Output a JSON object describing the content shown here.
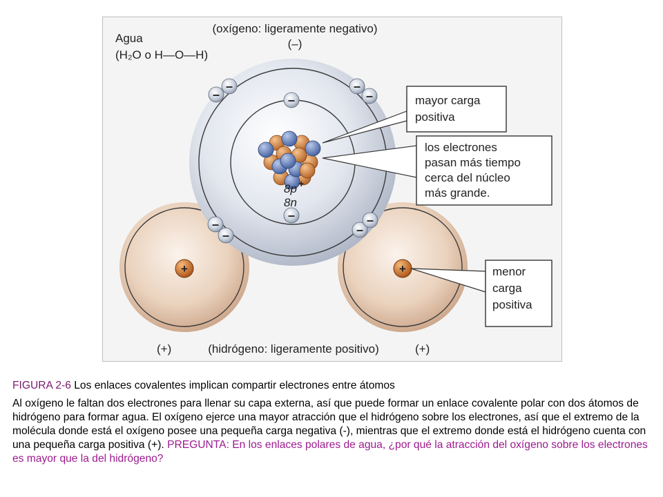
{
  "diagram": {
    "title_line1": "Agua",
    "title_line2": "(H₂O o H—O—H)",
    "top_label_line1": "(oxígeno: ligeramente negativo)",
    "top_label_line2": "(–)",
    "bottom_left_charge": "(+)",
    "bottom_center_label": "(hidrógeno: ligeramente positivo)",
    "bottom_right_charge": "(+)",
    "callout_positive": [
      "mayor carga",
      "positiva"
    ],
    "callout_electrons": [
      "los electrones",
      "pasan más tiempo",
      "cerca del núcleo",
      "más grande."
    ],
    "callout_negative": [
      "menor",
      "carga",
      "positiva"
    ],
    "nucleus_protons": "8p",
    "nucleus_plus": "+",
    "nucleus_neutrons": "8n",
    "electron_symbol": "–",
    "proton_symbol": "+",
    "colors": {
      "oxygen_shell": "#d9dde6",
      "hydrogen_shell": "#e8cdb6",
      "electron": "#c9d1dc",
      "proton_neutron_orange": "#d88a3c",
      "proton_neutron_blue": "#6f8cc4",
      "hydrogen_nucleus": "#d47a2a",
      "caption_figure": "#7a1a6e",
      "caption_question": "#9c1a8e"
    }
  },
  "caption": {
    "figure_label": "FIGURA 2-6",
    "heading_text": " Los enlaces covalentes implican compartir electrones entre átomos",
    "body_text": "Al oxígeno le faltan dos electrones para llenar su capa externa, así que puede formar un enlace covalente polar con dos átomos de hidrógeno para formar agua. El oxígeno ejerce una mayor atracción que el hidrógeno sobre los electrones, así que el extremo de la molécula donde está el oxígeno posee una pequeña carga negativa (-), mientras que el extremo donde está el hidrógeno cuenta con una pequeña carga positiva (+). ",
    "question_text": "PREGUNTA: En los enlaces polares de agua, ¿por qué la atracción del oxígeno sobre los electrones es mayor que la del hidrógeno?"
  }
}
